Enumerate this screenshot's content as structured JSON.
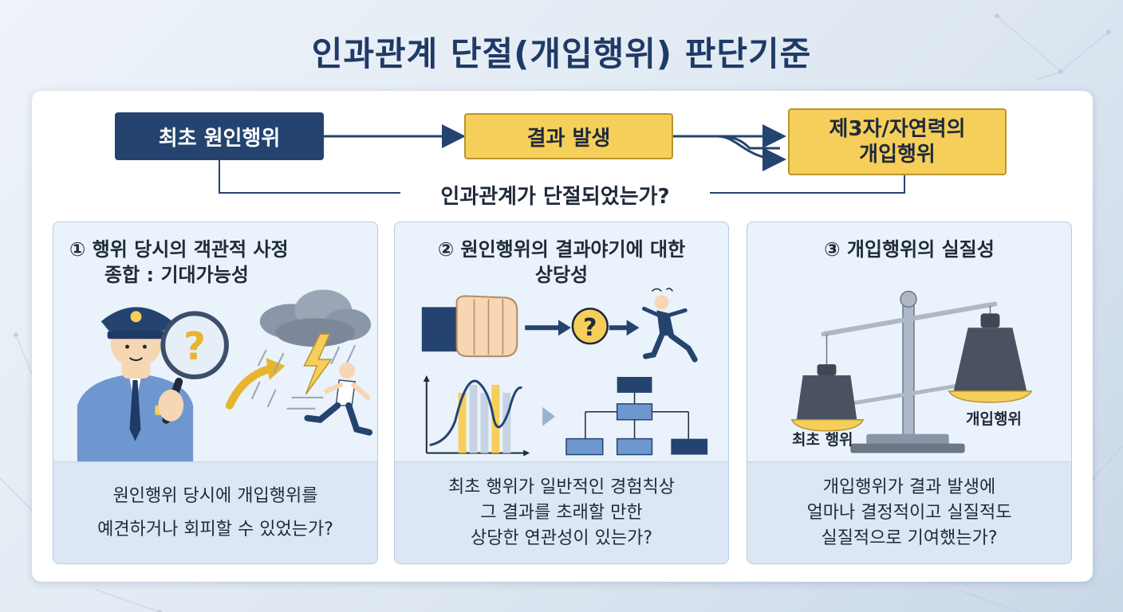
{
  "title": "인과관계 단절(개입행위) 판단기준",
  "flow": {
    "cause": "최초 원인행위",
    "result": "결과 발생",
    "third_line1": "제3자/자연력의",
    "third_line2": "개입행위",
    "question": "인과관계가 단절되었는가?"
  },
  "cards": [
    {
      "title_line1": "① 행위 당시의 객관적 사정",
      "title_line2": "종합 : 기대가능성",
      "desc_line1": "원인행위 당시에 개입행위를",
      "desc_line2": "예견하거나 회피할 수 있었는가?"
    },
    {
      "title_line1": "② 원인행위의 결과야기에 대한",
      "title_line2": "상당성",
      "desc_line1": "최초 행위가 일반적인 경험칙상",
      "desc_line2": "그 결과를 초래할 만한",
      "desc_line3": "상당한 연관성이 있는가?"
    },
    {
      "title_line1": "③ 개입행위의 실질성",
      "desc_line1": "개입행위가 결과 발생에",
      "desc_line2": "얼마나 결정적이고 실질적도",
      "desc_line3": "실질적으로 기여했는가?",
      "label_left": "최초 행위",
      "label_right": "개입행위"
    }
  ],
  "colors": {
    "navy": "#24446f",
    "gold": "#f6ce5a",
    "card_bg": "#eaf2fb"
  },
  "icons": [
    "police-officer-icon",
    "magnifier-question-icon",
    "storm-cloud-icon",
    "lightning-icon",
    "running-man-icon",
    "fist-icon",
    "question-circle-icon",
    "falling-man-icon",
    "bar-line-chart-icon",
    "flowchart-icon",
    "balance-scale-icon"
  ]
}
